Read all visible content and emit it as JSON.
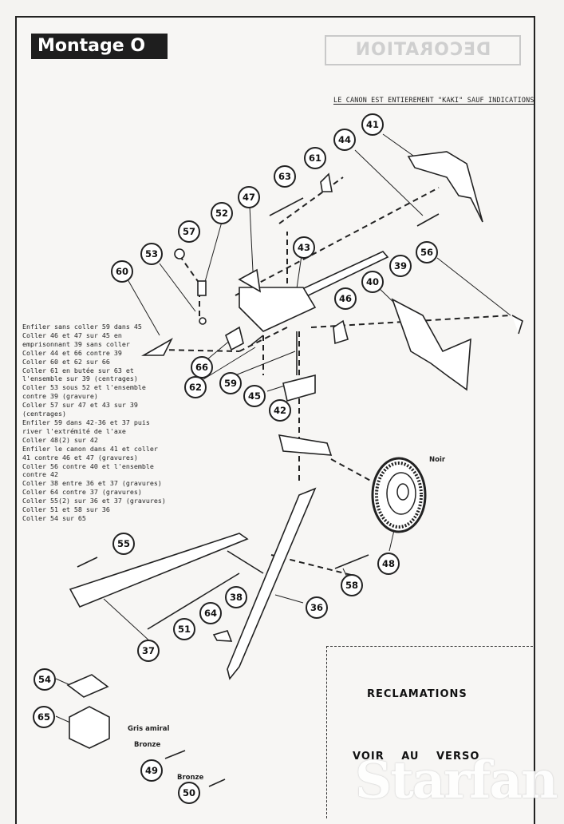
{
  "header": {
    "title": "Montage O",
    "ghost_title": "DECORATION"
  },
  "note": "LE CANON EST ENTIEREMENT \"KAKI\" SAUF INDICATIONS",
  "instructions": [
    "Enfiler sans coller 59 dans 45",
    "Coller 46 et 47 sur 45 en emprisonnant 39 sans coller",
    "Coller 44 et 66 contre 39",
    "Coller 60 et 62 sur 66",
    "Coller 61 en butée sur 63 et l'ensemble sur 39 (centrages)",
    "Coller 53 sous 52 et l'ensemble contre 39 (gravure)",
    "Coller 57 sur 47 et 43 sur 39 (centrages)",
    "Enfiler 59 dans 42-36 et 37 puis river l'extrémité de l'axe",
    "Coller 48(2) sur 42",
    "Enfiler le canon dans 41 et coller 41 contre 46 et 47 (gravures)",
    "Coller 56 contre 40 et l'ensemble contre 42",
    "Coller 38 entre 36 et 37 (gravures)",
    "Coller 64 contre 37 (gravures)",
    "Coller 55(2) sur 36 et 37 (gravures)",
    "Coller 51 et 58 sur 36",
    "Coller 54 sur 65"
  ],
  "callouts": [
    "41",
    "44",
    "61",
    "63",
    "47",
    "52",
    "57",
    "53",
    "60",
    "43",
    "39",
    "56",
    "40",
    "46",
    "66",
    "62",
    "59",
    "45",
    "42",
    "48",
    "55",
    "58",
    "38",
    "36",
    "64",
    "51",
    "37",
    "54",
    "65",
    "49",
    "50"
  ],
  "labels": {
    "noir": "Noir",
    "gris": "Gris amiral",
    "bronze1": "Bronze",
    "bronze2": "Bronze"
  },
  "claims": {
    "title": "RECLAMATIONS",
    "subtitle": "VOIR AU VERSO"
  },
  "watermark": "Starfan"
}
